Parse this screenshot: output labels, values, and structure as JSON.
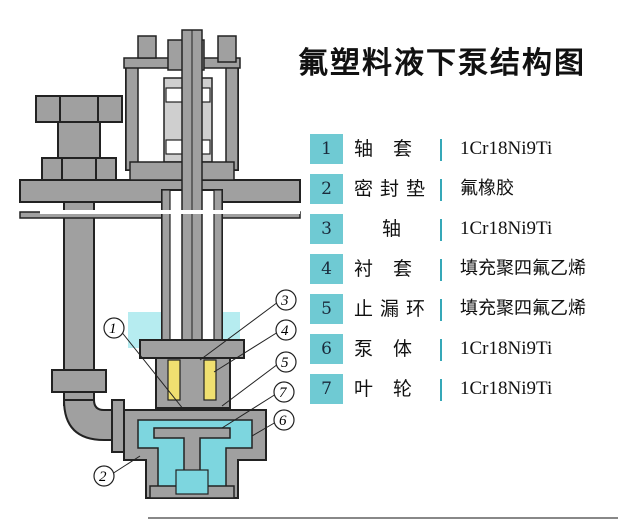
{
  "title": "氟塑料液下泵结构图",
  "parts": [
    {
      "no": "1",
      "name": "轴 套",
      "material": "1Cr18Ni9Ti"
    },
    {
      "no": "2",
      "name": "密封垫",
      "material": "氟橡胶"
    },
    {
      "no": "3",
      "name": "轴",
      "material": "1Cr18Ni9Ti"
    },
    {
      "no": "4",
      "name": "衬 套",
      "material": "填充聚四氟乙烯"
    },
    {
      "no": "5",
      "name": "止漏环",
      "material": "填充聚四氟乙烯"
    },
    {
      "no": "6",
      "name": "泵 体",
      "material": "1Cr18Ni9Ti"
    },
    {
      "no": "7",
      "name": "叶 轮",
      "material": "1Cr18Ni9Ti"
    }
  ],
  "callouts": [
    "1",
    "2",
    "3",
    "4",
    "5",
    "6",
    "7"
  ],
  "colors": {
    "steel": "#a0a0a0",
    "steel_dark": "#7a7a7a",
    "plastic": "#7dd6df",
    "liquid": "#b6ecf0",
    "bushing": "#f0e070",
    "number_bg": "#6fcad3"
  }
}
